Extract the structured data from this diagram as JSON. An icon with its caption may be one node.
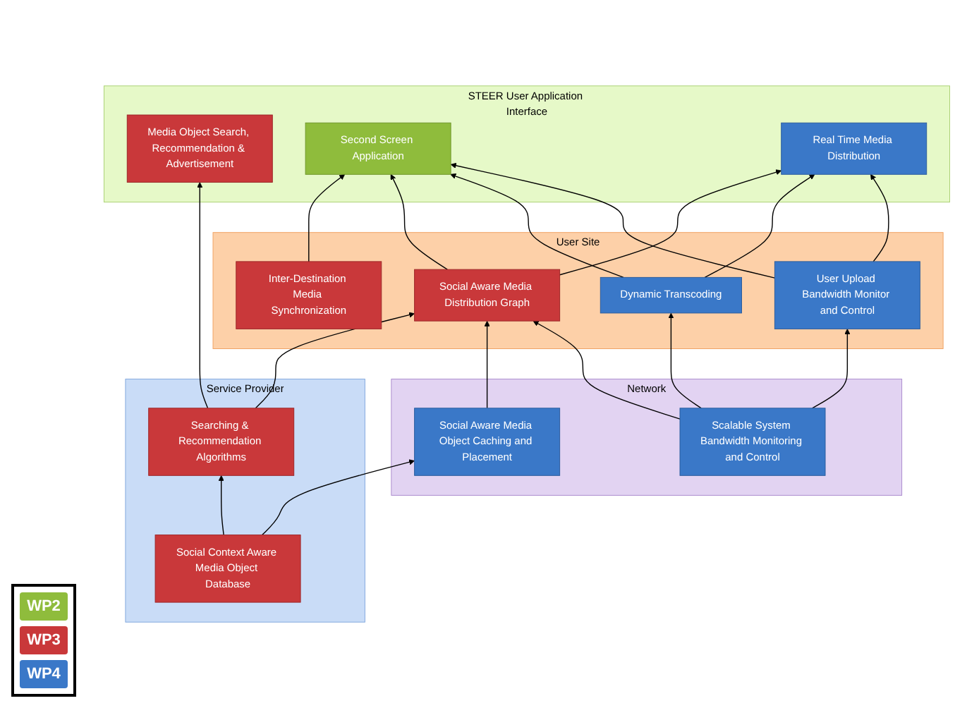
{
  "diagram": {
    "nodes": [
      {
        "text": [
          "STEER User Application Interface"
        ]
      },
      {
        "text": [
          "Media Object Search, Recommendation & Advertisement"
        ],
        "in": 0
      },
      {
        "text": [
          "Second Screen Application"
        ],
        "in": 0
      },
      {
        "text": [
          "Real Time Media Distribution"
        ],
        "in": 0
      },
      {
        "text": [
          "User Site"
        ]
      },
      {
        "text": [
          "Inter-Destination Media Synchronization"
        ],
        "in": 4
      },
      {
        "text": [
          "Social Aware Media Distribution Graph"
        ],
        "in": 4
      },
      {
        "text": [
          "Dynamic Transcoding"
        ],
        "in": 4
      },
      {
        "text": [
          "User Upload Bandwidth Monitor and Control"
        ],
        "in": 4
      },
      {
        "text": [
          "Service Provider"
        ]
      },
      {
        "text": [
          "Searching & Recommendation Algorithms"
        ],
        "in": 9
      },
      {
        "text": [
          "Social Context Aware Media Object Database"
        ],
        "in": 9
      },
      {
        "text": [
          "Network"
        ]
      },
      {
        "text": [
          "Scalable System Bandwidth Monitoring and Control"
        ],
        "in": 12
      },
      {
        "text": [
          "Social Aware Media Object Caching and Placement"
        ],
        "in": 12
      }
    ],
    "edges": [
      {
        "from": 5,
        "to": 2,
        "arrow": "to"
      },
      {
        "from": 6,
        "to": 2,
        "arrow": "to"
      },
      {
        "from": 7,
        "to": 2,
        "arrow": "to"
      },
      {
        "from": 8,
        "to": 2,
        "arrow": "to"
      },
      {
        "from": 6,
        "to": 3,
        "arrow": "to"
      },
      {
        "from": 7,
        "to": 3,
        "arrow": "to"
      },
      {
        "from": 8,
        "to": 3,
        "arrow": "to"
      },
      {
        "from": 10,
        "to": 1,
        "arrow": "to"
      },
      {
        "from": 10,
        "to": 6,
        "arrow": "to"
      },
      {
        "from": 14,
        "to": 6,
        "arrow": "to"
      },
      {
        "from": 13,
        "to": 6,
        "arrow": "to"
      },
      {
        "from": 13,
        "to": 7,
        "arrow": "to"
      },
      {
        "from": 13,
        "to": 8,
        "arrow": "to"
      },
      {
        "from": 11,
        "to": 10,
        "arrow": "to"
      },
      {
        "from": 11,
        "to": 14,
        "arrow": "to"
      }
    ],
    "legend": [
      {
        "text": "WP2",
        "color": "#8fbc3c"
      },
      {
        "text": "WP3",
        "color": "#c9383a"
      },
      {
        "text": "WP4",
        "color": "#3a78c8"
      }
    ]
  }
}
